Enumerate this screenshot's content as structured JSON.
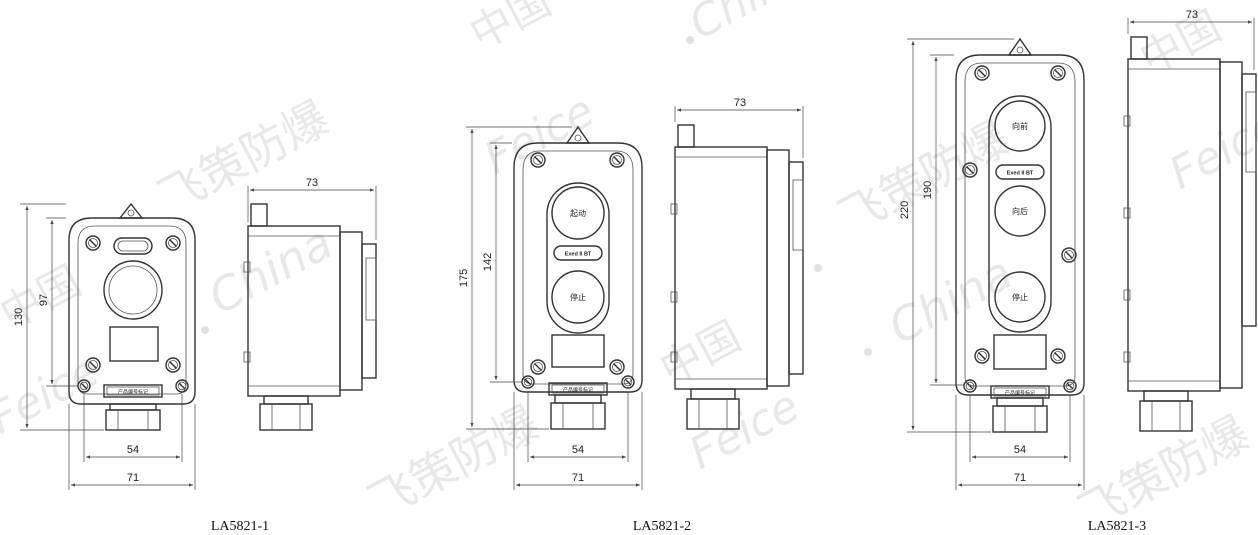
{
  "models": {
    "m1": {
      "caption": "LA5821-1",
      "height_total": "130",
      "height_inner": "97",
      "width_total": "71",
      "width_inner": "54",
      "depth": "73"
    },
    "m2": {
      "caption": "LA5821-2",
      "height_total": "175",
      "height_inner": "142",
      "width_total": "71",
      "width_inner": "54",
      "depth": "73",
      "button_start": "起动",
      "button_stop": "停止",
      "marking": "Exed II BT"
    },
    "m3": {
      "caption": "LA5821-3",
      "height_total": "220",
      "height_inner": "190",
      "width_total": "71",
      "width_inner": "54",
      "depth": "73",
      "button_forward": "向前",
      "button_backward": "向后",
      "button_stop": "停止",
      "marking": "Exed II BT"
    }
  },
  "nameplate": "产品编号标记",
  "watermarks": {
    "brand_cn": "飞策防爆",
    "brand_en": "Feice",
    "country_en": "China",
    "country_cn": "中国"
  },
  "colors": {
    "line": "#333333",
    "watermark": "#d6d6d6",
    "background": "#ffffff"
  }
}
